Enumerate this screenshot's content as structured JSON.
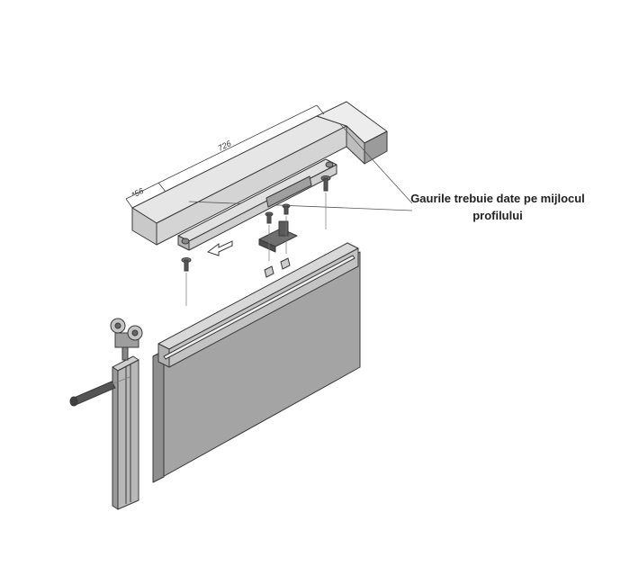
{
  "callout": {
    "line1": "Gaurile trebuie date pe mijlocul",
    "line2": "profilului"
  },
  "dimensions": {
    "offset": "*56",
    "spacing": "726"
  },
  "colors": {
    "light": "#e8e8e8",
    "mid": "#c6c6c6",
    "dark": "#8c8c8c",
    "panel": "#a9a9a9",
    "outline": "#3a3a3a"
  }
}
